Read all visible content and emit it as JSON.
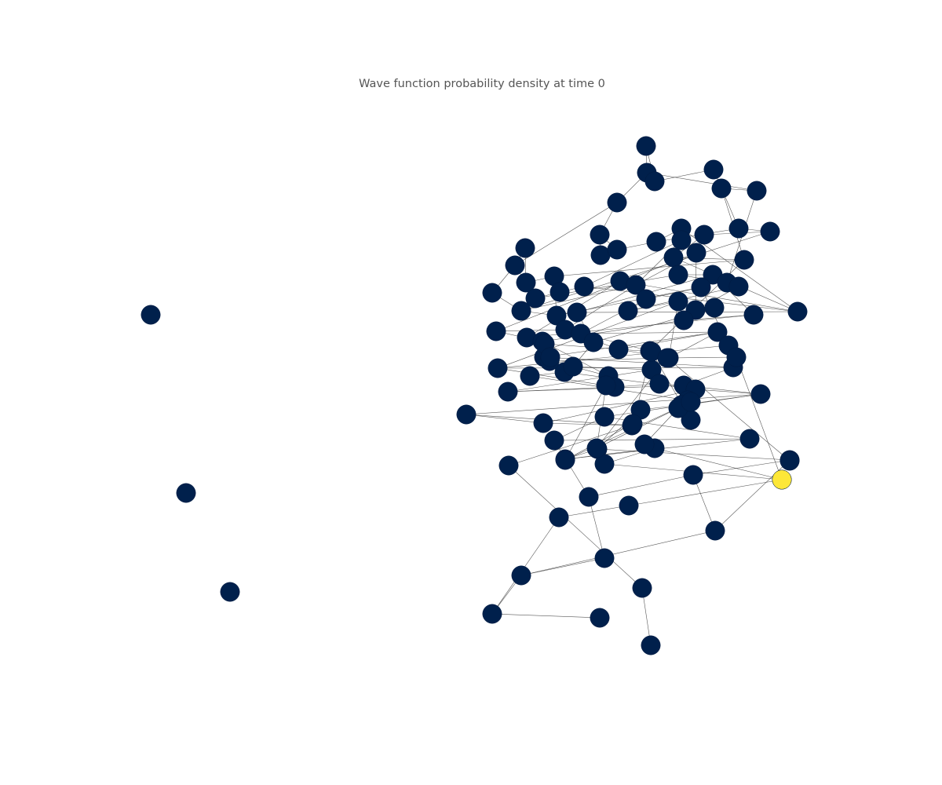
{
  "title": "Wave function probability density at time 0",
  "colors": {
    "background": "#ffffff",
    "node_low_density": "#00204c",
    "node_high_density": "#fde738",
    "edge": "#3a3a3a",
    "title_text": "#555555"
  },
  "graph": {
    "type": "network",
    "colormap": "cividis",
    "nodes": [
      {
        "id": 0,
        "density": 0
      },
      {
        "id": 1,
        "density": 0
      },
      {
        "id": 2,
        "density": 0
      },
      {
        "id": 3,
        "density": 0
      },
      {
        "id": 4,
        "density": 0
      },
      {
        "id": 5,
        "density": 0
      },
      {
        "id": 6,
        "density": 0
      },
      {
        "id": 7,
        "density": 0
      },
      {
        "id": 8,
        "density": 0
      },
      {
        "id": 9,
        "density": 0
      },
      {
        "id": 10,
        "density": 0
      },
      {
        "id": 11,
        "density": 0
      },
      {
        "id": 12,
        "density": 0
      },
      {
        "id": 13,
        "density": 0
      },
      {
        "id": 14,
        "density": 0
      },
      {
        "id": 15,
        "density": 0
      },
      {
        "id": 16,
        "density": 0
      },
      {
        "id": 17,
        "density": 0
      },
      {
        "id": 18,
        "density": 0
      },
      {
        "id": 19,
        "density": 0
      },
      {
        "id": 20,
        "density": 0
      },
      {
        "id": 21,
        "density": 0
      },
      {
        "id": 22,
        "density": 0
      },
      {
        "id": 23,
        "density": 0
      },
      {
        "id": 24,
        "density": 0
      },
      {
        "id": 25,
        "density": 0
      },
      {
        "id": 26,
        "density": 0
      },
      {
        "id": 27,
        "density": 0
      },
      {
        "id": 28,
        "density": 0
      },
      {
        "id": 29,
        "density": 0
      },
      {
        "id": 30,
        "density": 0
      },
      {
        "id": 31,
        "density": 0
      },
      {
        "id": 32,
        "density": 0
      },
      {
        "id": 33,
        "density": 0
      },
      {
        "id": 34,
        "density": 0
      },
      {
        "id": 35,
        "density": 0
      },
      {
        "id": 36,
        "density": 0
      },
      {
        "id": 37,
        "density": 0
      },
      {
        "id": 38,
        "density": 0
      },
      {
        "id": 39,
        "density": 0
      },
      {
        "id": 40,
        "density": 0
      },
      {
        "id": 41,
        "density": 0
      },
      {
        "id": 42,
        "density": 0
      },
      {
        "id": 43,
        "density": 0
      },
      {
        "id": 44,
        "density": 0
      },
      {
        "id": 45,
        "density": 0
      },
      {
        "id": 46,
        "density": 0
      },
      {
        "id": 47,
        "density": 0
      },
      {
        "id": 48,
        "density": 0
      },
      {
        "id": 49,
        "density": 0
      },
      {
        "id": 50,
        "density": 0
      },
      {
        "id": 51,
        "density": 0
      },
      {
        "id": 52,
        "density": 0
      },
      {
        "id": 53,
        "density": 0
      },
      {
        "id": 54,
        "density": 0
      },
      {
        "id": 55,
        "density": 0
      },
      {
        "id": 56,
        "density": 0
      },
      {
        "id": 57,
        "density": 0
      },
      {
        "id": 58,
        "density": 0
      },
      {
        "id": 59,
        "density": 0
      },
      {
        "id": 60,
        "density": 0
      },
      {
        "id": 61,
        "density": 0
      },
      {
        "id": 62,
        "density": 0
      },
      {
        "id": 63,
        "density": 0
      },
      {
        "id": 64,
        "density": 0
      },
      {
        "id": 65,
        "density": 0
      },
      {
        "id": 66,
        "density": 0
      },
      {
        "id": 67,
        "density": 0
      },
      {
        "id": 68,
        "density": 0
      },
      {
        "id": 69,
        "density": 0
      },
      {
        "id": 70,
        "density": 0
      },
      {
        "id": 71,
        "density": 0
      },
      {
        "id": 72,
        "density": 0
      },
      {
        "id": 73,
        "density": 0
      },
      {
        "id": 74,
        "density": 0
      },
      {
        "id": 75,
        "density": 0
      },
      {
        "id": 76,
        "density": 0
      },
      {
        "id": 77,
        "density": 0
      },
      {
        "id": 78,
        "density": 0
      },
      {
        "id": 79,
        "density": 0
      },
      {
        "id": 80,
        "density": 0
      },
      {
        "id": 81,
        "density": 0
      },
      {
        "id": 82,
        "density": 0
      },
      {
        "id": 83,
        "density": 0
      },
      {
        "id": 84,
        "density": 0
      },
      {
        "id": 85,
        "density": 0
      },
      {
        "id": 86,
        "density": 0
      },
      {
        "id": 87,
        "density": 0
      },
      {
        "id": 88,
        "density": 0
      },
      {
        "id": 89,
        "density": 0
      },
      {
        "id": 90,
        "density": 0
      },
      {
        "id": 91,
        "density": 0
      },
      {
        "id": 92,
        "density": 0
      },
      {
        "id": 93,
        "density": 0
      },
      {
        "id": 94,
        "density": 0
      },
      {
        "id": 95,
        "density": 0
      },
      {
        "id": 96,
        "density": 0
      },
      {
        "id": 97,
        "density": 0
      },
      {
        "id": 98,
        "density": 0
      },
      {
        "id": 99,
        "density": 0
      },
      {
        "id": 100,
        "density": 0
      },
      {
        "id": 101,
        "density": 0
      },
      {
        "id": 102,
        "density": 0
      },
      {
        "id": 103,
        "density": 0
      },
      {
        "id": 104,
        "density": 0
      },
      {
        "id": 105,
        "density": 0
      },
      {
        "id": 106,
        "density": 0
      },
      {
        "id": 107,
        "density": 0
      },
      {
        "id": 108,
        "density": 0
      },
      {
        "id": 109,
        "density": 0
      },
      {
        "id": 110,
        "density": 0
      },
      {
        "id": 111,
        "density": 0
      },
      {
        "id": 112,
        "density": 0
      },
      {
        "id": 113,
        "density": 1
      },
      {
        "id": 114,
        "density": 0
      },
      {
        "id": 115,
        "density": 0
      }
    ],
    "edges": [
      [
        0,
        1
      ],
      [
        0,
        2
      ],
      [
        1,
        2
      ],
      [
        1,
        3
      ],
      [
        3,
        4
      ],
      [
        4,
        5
      ],
      [
        4,
        6
      ],
      [
        2,
        8
      ],
      [
        8,
        9
      ],
      [
        9,
        10
      ],
      [
        7,
        11
      ],
      [
        11,
        12
      ],
      [
        12,
        13
      ],
      [
        12,
        15
      ],
      [
        13,
        14
      ],
      [
        14,
        15
      ],
      [
        7,
        12
      ],
      [
        8,
        16
      ],
      [
        16,
        17
      ],
      [
        16,
        20
      ],
      [
        18,
        11
      ],
      [
        18,
        19
      ],
      [
        19,
        17
      ],
      [
        19,
        26
      ],
      [
        17,
        23
      ],
      [
        6,
        20
      ],
      [
        20,
        21
      ],
      [
        21,
        22
      ],
      [
        22,
        24
      ],
      [
        22,
        26
      ],
      [
        23,
        28
      ],
      [
        28,
        44
      ],
      [
        24,
        44
      ],
      [
        44,
        25
      ],
      [
        44,
        37
      ],
      [
        25,
        46
      ],
      [
        26,
        29
      ],
      [
        29,
        40
      ],
      [
        36,
        13
      ],
      [
        36,
        35
      ],
      [
        35,
        27
      ],
      [
        27,
        49
      ],
      [
        13,
        30
      ],
      [
        30,
        28
      ],
      [
        30,
        52
      ],
      [
        31,
        32
      ],
      [
        31,
        33
      ],
      [
        33,
        34
      ],
      [
        34,
        40
      ],
      [
        34,
        38
      ],
      [
        32,
        37
      ],
      [
        37,
        50
      ],
      [
        38,
        39
      ],
      [
        39,
        53
      ],
      [
        40,
        42
      ],
      [
        41,
        42
      ],
      [
        41,
        50
      ],
      [
        42,
        43
      ],
      [
        43,
        46
      ],
      [
        46,
        47
      ],
      [
        45,
        48
      ],
      [
        45,
        47
      ],
      [
        48,
        51
      ],
      [
        51,
        54
      ],
      [
        53,
        51
      ],
      [
        53,
        54
      ],
      [
        52,
        49
      ],
      [
        49,
        54
      ],
      [
        54,
        55
      ],
      [
        55,
        56
      ],
      [
        54,
        57
      ],
      [
        56,
        62
      ],
      [
        56,
        65
      ],
      [
        57,
        59
      ],
      [
        58,
        59
      ],
      [
        59,
        68
      ],
      [
        60,
        61
      ],
      [
        60,
        63
      ],
      [
        61,
        62
      ],
      [
        62,
        64
      ],
      [
        63,
        64
      ],
      [
        63,
        66
      ],
      [
        64,
        67
      ],
      [
        65,
        67
      ],
      [
        66,
        67
      ],
      [
        67,
        71
      ],
      [
        68,
        71
      ],
      [
        69,
        70
      ],
      [
        70,
        71
      ],
      [
        70,
        75
      ],
      [
        71,
        74
      ],
      [
        71,
        72
      ],
      [
        72,
        73
      ],
      [
        73,
        76
      ],
      [
        74,
        77
      ],
      [
        76,
        83
      ],
      [
        77,
        78
      ],
      [
        78,
        79
      ],
      [
        79,
        80
      ],
      [
        79,
        81
      ],
      [
        80,
        84
      ],
      [
        81,
        82
      ],
      [
        82,
        85
      ],
      [
        84,
        86
      ],
      [
        83,
        93
      ],
      [
        85,
        88
      ],
      [
        86,
        87
      ],
      [
        86,
        90
      ],
      [
        87,
        91
      ],
      [
        88,
        89
      ],
      [
        90,
        92
      ],
      [
        91,
        92
      ],
      [
        92,
        94
      ],
      [
        93,
        99
      ],
      [
        94,
        95
      ],
      [
        94,
        99
      ],
      [
        95,
        98
      ],
      [
        96,
        97
      ],
      [
        97,
        100
      ],
      [
        98,
        100
      ],
      [
        99,
        101
      ],
      [
        100,
        102
      ],
      [
        101,
        102
      ],
      [
        101,
        104
      ],
      [
        102,
        103
      ],
      [
        103,
        110
      ],
      [
        104,
        105
      ],
      [
        105,
        106
      ],
      [
        104,
        107
      ],
      [
        107,
        108
      ],
      [
        106,
        109
      ],
      [
        109,
        110
      ],
      [
        110,
        111
      ],
      [
        111,
        112
      ],
      [
        112,
        113
      ],
      [
        111,
        114
      ],
      [
        108,
        115
      ],
      [
        1,
        10
      ],
      [
        3,
        11
      ],
      [
        14,
        24
      ],
      [
        9,
        30
      ],
      [
        10,
        33
      ],
      [
        15,
        31
      ],
      [
        21,
        44
      ],
      [
        26,
        48
      ],
      [
        29,
        45
      ],
      [
        32,
        43
      ],
      [
        35,
        55
      ],
      [
        39,
        56
      ],
      [
        42,
        47
      ],
      [
        47,
        61
      ],
      [
        50,
        60
      ],
      [
        53,
        63
      ],
      [
        57,
        65
      ],
      [
        58,
        69
      ],
      [
        62,
        66
      ],
      [
        68,
        73
      ],
      [
        72,
        76
      ],
      [
        74,
        78
      ],
      [
        75,
        80
      ],
      [
        77,
        87
      ],
      [
        81,
        85
      ],
      [
        84,
        90
      ],
      [
        89,
        94
      ],
      [
        93,
        96
      ],
      [
        97,
        98
      ],
      [
        103,
        106
      ],
      [
        108,
        111
      ],
      [
        19,
        36
      ],
      [
        27,
        38
      ]
    ]
  }
}
